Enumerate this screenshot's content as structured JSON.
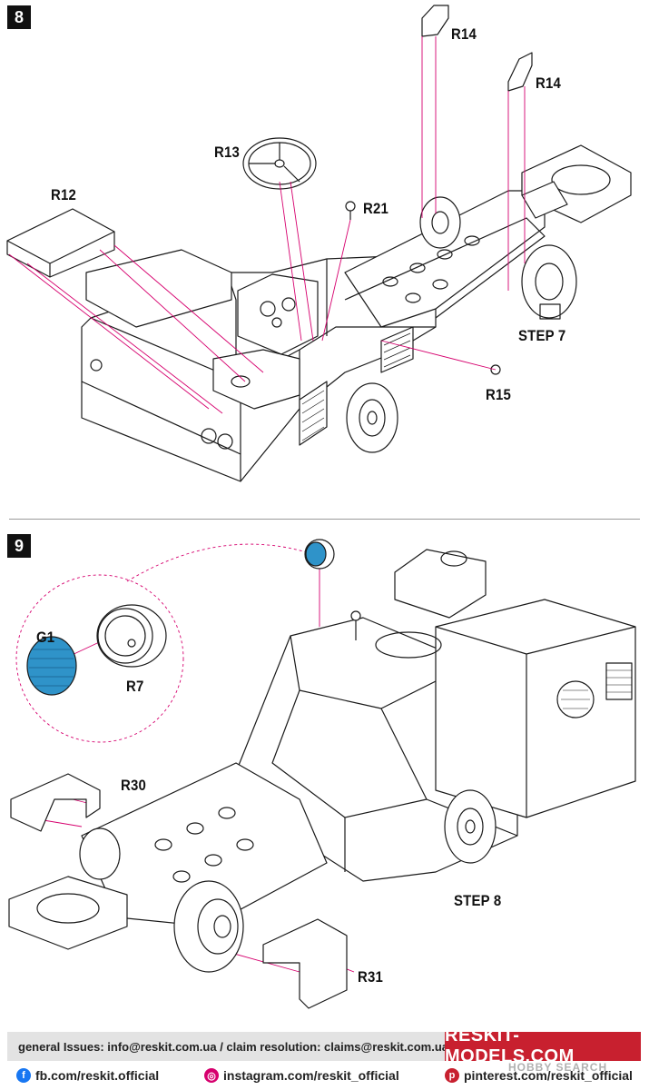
{
  "step8": {
    "number": "8",
    "labels": {
      "r14a": "R14",
      "r14b": "R14",
      "r13": "R13",
      "r12": "R12",
      "r21": "R21",
      "r15": "R15",
      "step_ref": "STEP 7"
    }
  },
  "step9": {
    "number": "9",
    "labels": {
      "g1": "G1",
      "r7": "R7",
      "r30": "R30",
      "r31": "R31",
      "step_ref": "STEP 8"
    }
  },
  "colors": {
    "leader": "#d6006e",
    "brand_red": "#c8202f",
    "lens_blue": "#2f93c9",
    "line": "#1a1a1a"
  },
  "footer": {
    "contact": "general Issues: info@reskit.com.ua / claim resolution: claims@reskit.com.ua",
    "brand": "RESKIT-MODELS.COM",
    "facebook": "fb.com/reskit.official",
    "instagram": "instagram.com/reskit_official",
    "pinterest": "pinterest.com/reskit_official",
    "watermark": "HOBBY SEARCH"
  }
}
